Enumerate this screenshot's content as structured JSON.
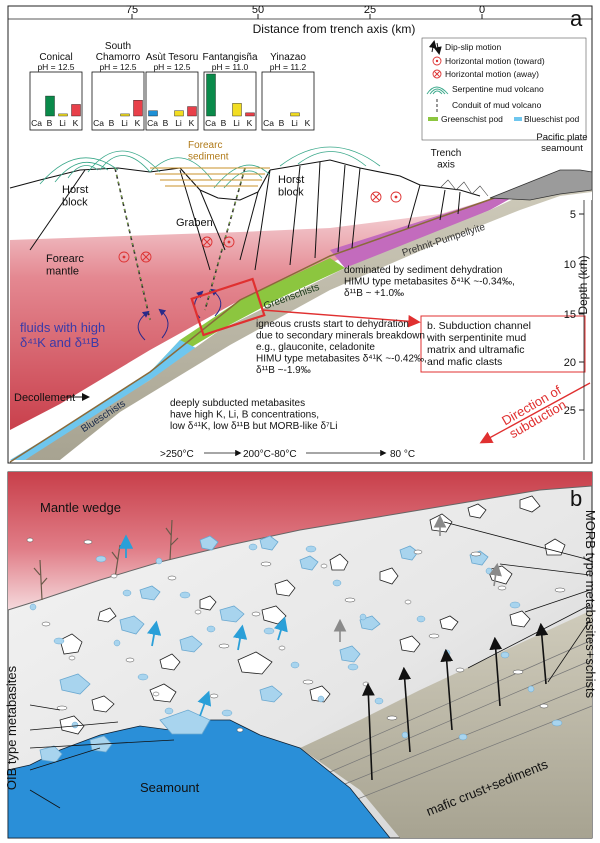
{
  "panel_a": {
    "label": "a",
    "x_axis": {
      "title": "Distance from trench axis (km)",
      "ticks": [
        "75",
        "50",
        "25",
        "0"
      ]
    },
    "y_axis": {
      "title": "Depth (km)",
      "ticks": [
        "5",
        "10",
        "15",
        "20",
        "25"
      ]
    },
    "volcanoes": [
      {
        "name": "Conical",
        "ph": "pH = 12.5",
        "elements": [
          "Ca",
          "B",
          "Li",
          "K"
        ],
        "values": [
          0,
          38,
          4,
          22
        ],
        "colors": [
          "#1e90d6",
          "#0a8a4a",
          "#f2dd22",
          "#e8404a"
        ]
      },
      {
        "name": "South\nChamorro",
        "ph": "pH = 12.5",
        "elements": [
          "Ca",
          "B",
          "Li",
          "K"
        ],
        "values": [
          0,
          0,
          4,
          30
        ],
        "colors": [
          "#1e90d6",
          "#0a8a4a",
          "#f2dd22",
          "#e8404a"
        ]
      },
      {
        "name": "Asùt Tesoru",
        "ph": "pH = 12.5",
        "elements": [
          "Ca",
          "B",
          "Li",
          "K"
        ],
        "values": [
          10,
          0,
          10,
          18
        ],
        "colors": [
          "#1e90d6",
          "#0a8a4a",
          "#f2dd22",
          "#e8404a"
        ]
      },
      {
        "name": "Fantangisña",
        "ph": "pH = 11.0",
        "elements": [
          "Ca",
          "B",
          "Li",
          "K"
        ],
        "values": [
          80,
          0,
          24,
          6
        ],
        "colors": [
          "#0a8a4a",
          "#1e90d6",
          "#f2dd22",
          "#e8404a"
        ]
      },
      {
        "name": "Yinazao",
        "ph": "pH = 11.2",
        "elements": [
          "Ca",
          "B",
          "Li",
          "K"
        ],
        "values": [
          0,
          0,
          6,
          0
        ],
        "colors": [
          "#1e90d6",
          "#0a8a4a",
          "#f2dd22",
          "#e8404a"
        ]
      }
    ],
    "legend": [
      {
        "symbol": "dip-slip",
        "label": "Dip-slip motion"
      },
      {
        "symbol": "toward",
        "label": "Horizontal motion (toward)"
      },
      {
        "symbol": "away",
        "label": "Horizontal motion (away)"
      },
      {
        "symbol": "mud-volcano",
        "label": "Serpentine mud volcano"
      },
      {
        "symbol": "conduit",
        "label": "Conduit of mud volcano"
      },
      {
        "symbol": "pods",
        "label_green": "Greenschist pod",
        "label_blue": "Blueschist pod"
      }
    ],
    "labels": {
      "forearc_sediment": "Forearc\nsediment",
      "horst_left": "Horst\nblock",
      "horst_right": "Horst\nblock",
      "graben": "Graben",
      "trench_axis": "Trench\naxis",
      "pacific": "Pacific plate\nseamount",
      "forearc_mantle": "Forearc\nmantle",
      "prehnite": "Prehnit-Pumpellyite",
      "greenschists": "Greenschists",
      "blueschists": "Blueschists",
      "decollement": "Decollement",
      "fluids": "fluids with high\nδ⁴¹K and δ¹¹B",
      "sediment_dehydration": "dominated by sediment dehydration\nHIMU type metabasites δ⁴¹K ~-0.34‰,\nδ¹¹B ~ +1.0‰",
      "igneous": "igneous crusts start to dehydration\ndue to secondary minerals breakdown\ne.g., glauconite, celadonite\nHIMU type metabasites δ⁴¹K ~-0.42‰,\nδ¹¹B ~-1.9‰",
      "callout": "b. Subduction channel\nwith serpentinite mud\nmatrix and ultramafic\nand mafic clasts",
      "deep": "deeply subducted metabasites\nhave high K, Li, B concentrations,\nlow δ⁴¹K, low δ¹¹B but MORB-like δ⁷Li",
      "direction": "Direction of\nsubduction",
      "temp1": ">250°C",
      "temp2": "200°C-80°C",
      "temp3": "80 °C"
    }
  },
  "panel_b": {
    "label": "b",
    "mantle_wedge": "Mantle wedge",
    "seamount": "Seamount",
    "mafic": "mafic crust+sediments",
    "oib": "OIB type metabasites",
    "morb": "MORB type metabasites+schists"
  },
  "colors": {
    "mantle": "#d9545f",
    "greenschist": "#8cc63f",
    "blueschist": "#6ec6ee",
    "prehnite": "#c36bbd",
    "crust": "#a29e8e",
    "seamount": "#2a8fd8",
    "clast_blue": "#a8d4ee",
    "arrow_blue": "#2a9fd8",
    "red_text": "#e03030",
    "fluid_text": "#3a3aa8"
  }
}
